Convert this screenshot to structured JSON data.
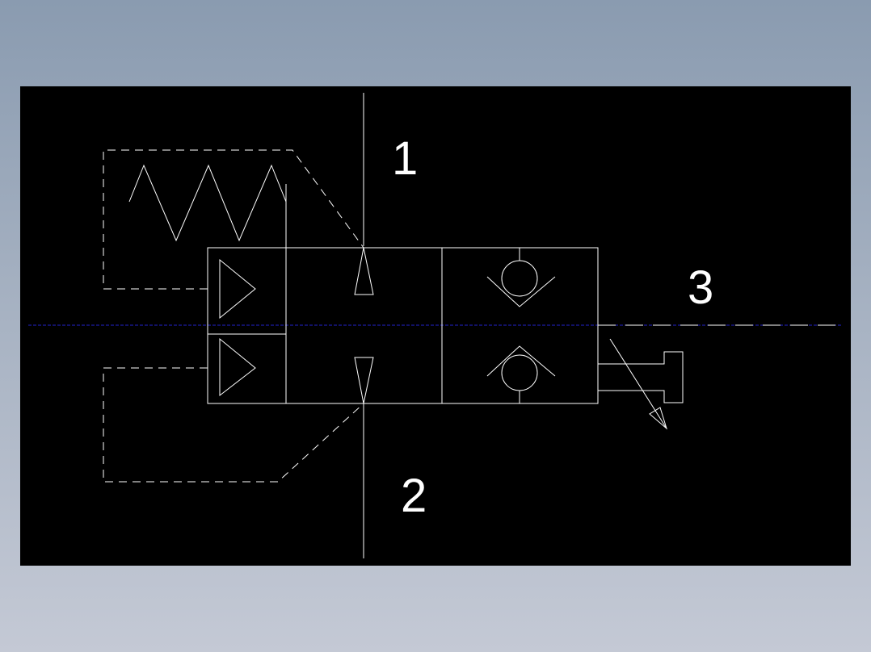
{
  "diagram": {
    "ports": {
      "port_1": "1",
      "port_2": "2",
      "port_3": "3"
    }
  },
  "colors": {
    "page_background_top": "#8a9bb0",
    "page_background_bottom": "#c4c9d5",
    "viewport_background": "#000000",
    "line_color": "#ffffff",
    "centerline_color": "#2222cc"
  }
}
